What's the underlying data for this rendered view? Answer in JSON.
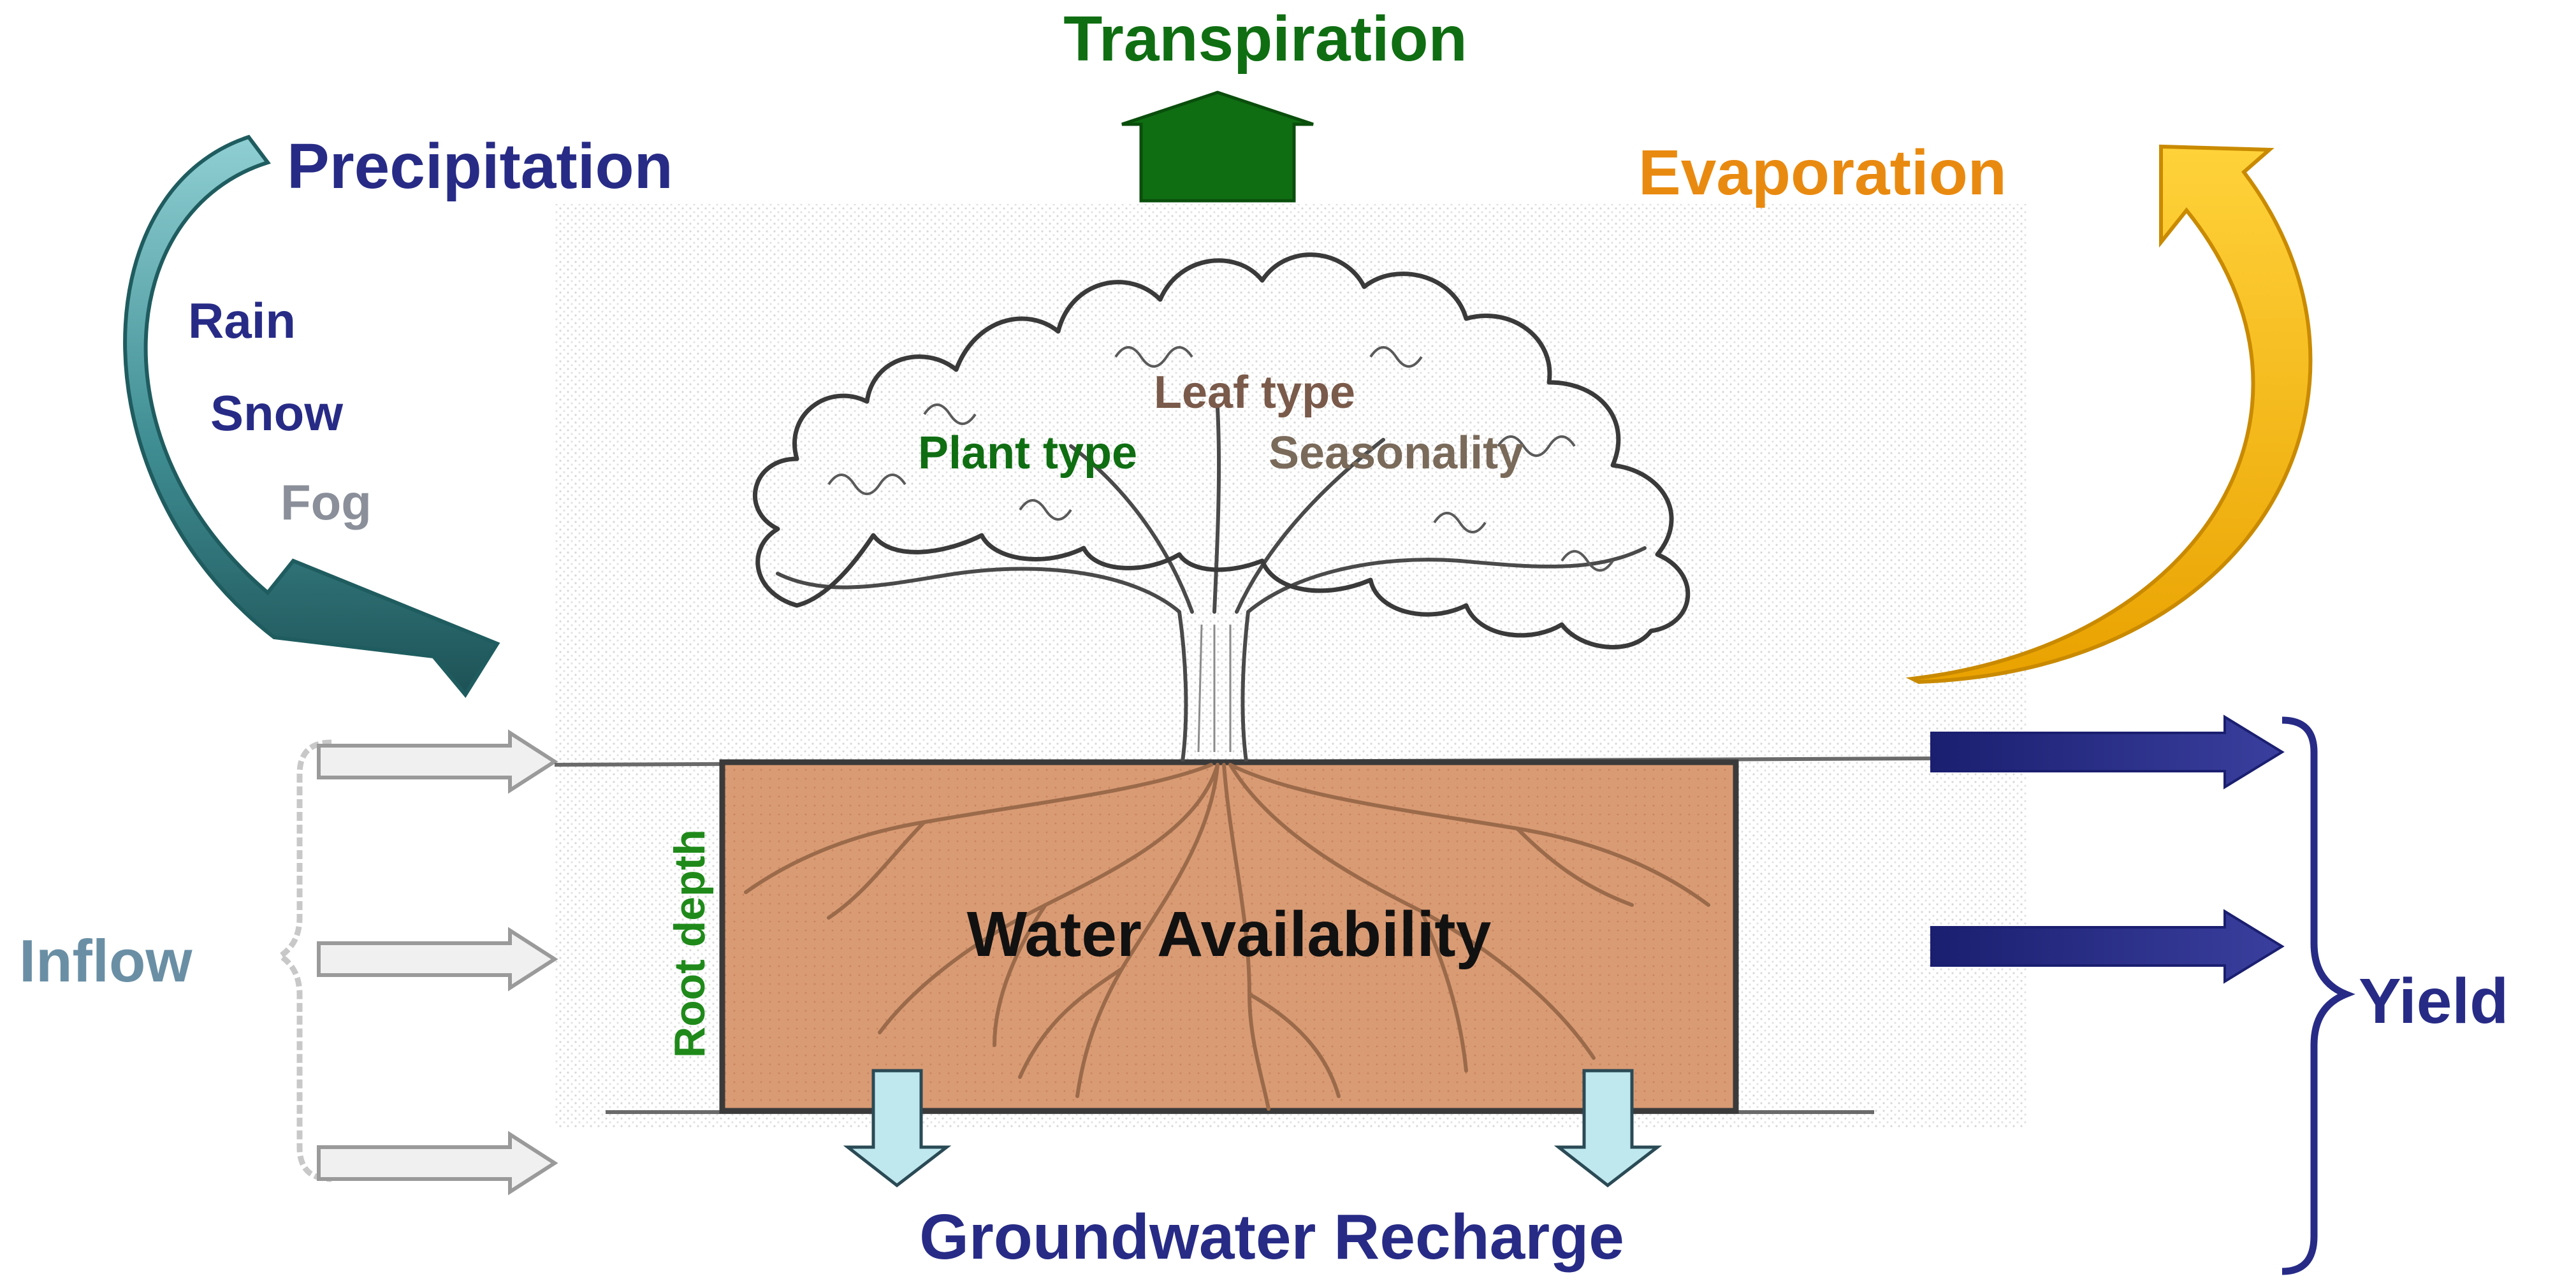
{
  "labels": {
    "transpiration": "Transpiration",
    "precipitation": "Precipitation",
    "evaporation": "Evaporation",
    "rain": "Rain",
    "snow": "Snow",
    "fog": "Fog",
    "leaf_type": "Leaf type",
    "plant_type": "Plant type",
    "seasonality": "Seasonality",
    "inflow": "Inflow",
    "root_depth": "Root depth",
    "water_availability": "Water Availability",
    "yield": "Yield",
    "groundwater_recharge": "Groundwater Recharge"
  },
  "colors": {
    "transpiration": "#0f6e12",
    "precipitation": "#272b86",
    "evaporation": "#e98a10",
    "rain": "#272b86",
    "snow": "#272b86",
    "fog": "#8a8f9a",
    "leaf_type": "#7a5a4a",
    "plant_type": "#0f6e12",
    "seasonality": "#7a6a5a",
    "inflow": "#6a8fa5",
    "root_depth": "#1f8a1a",
    "water_availability": "#111111",
    "yield": "#272b86",
    "groundwater_recharge": "#272b86",
    "soil": "#d99b74",
    "outflow_arrow": "#272b86",
    "recharge_arrow": "#bfe8ee",
    "precip_arrow": "#1f5c5f",
    "evap_arrow": "#f2b600"
  }
}
